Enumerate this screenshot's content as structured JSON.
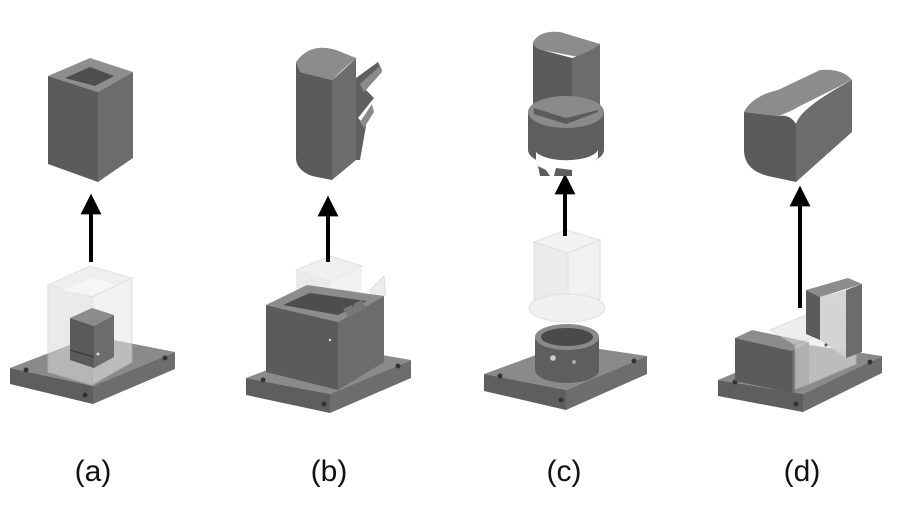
{
  "panels": [
    {
      "label": "(a)"
    },
    {
      "label": "(b)"
    },
    {
      "label": "(c)"
    },
    {
      "label": "(d)"
    }
  ],
  "colors": {
    "solid_top": "#888888",
    "solid_front": "#5c5c5c",
    "solid_side": "#6b6b6b",
    "ghost": "#d6d6d6",
    "arrow": "#000000"
  }
}
